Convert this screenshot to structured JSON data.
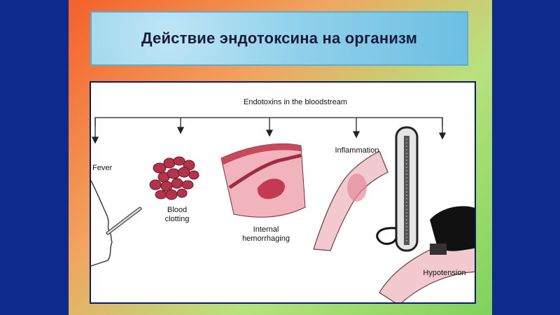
{
  "slide": {
    "title": "Действие эндотоксина на организм"
  },
  "figure": {
    "header": "Endotoxins in the bloodstream",
    "labels": {
      "fever": "Fever",
      "blood_clotting_1": "Blood",
      "blood_clotting_2": "clotting",
      "internal_1": "Internal",
      "internal_2": "hemorrhaging",
      "inflammation": "Inflammation",
      "hypotension": "Hypotension"
    }
  },
  "colors": {
    "background": "#0d2a8c",
    "title_panel": "#8fd0ea",
    "clot": "#b2334a",
    "tissue": "#e7a0ac",
    "skin": "#f2c9cf"
  }
}
